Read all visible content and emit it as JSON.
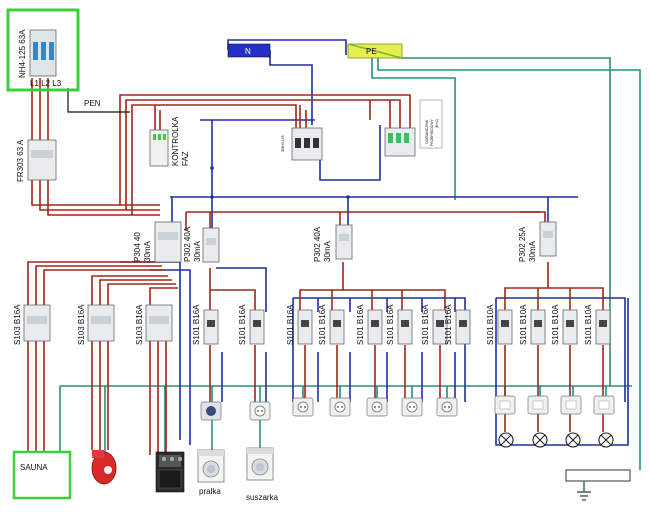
{
  "labels": {
    "main_switch": "NH4-125 63A",
    "phases": "L1 L2 L3",
    "pen": "PEN",
    "rcd_main": "FR303 63 A",
    "phase_lamp_1": "KONTROLKA",
    "phase_lamp_2": "FAZ",
    "n_bar": "N",
    "pe_bar": "PE",
    "small_switch": "SMH4-125",
    "surge_1": "OGRANICZNIK",
    "surge_2": "PRZEPIĘCIOWY",
    "surge_3": "(B+C)",
    "rcd_p304": "P304  40",
    "rcd_p304_ma": "30mA",
    "rcd_p302_a": "P302  40A",
    "rcd_p302_a_ma": "30mA",
    "rcd_p302_b": "P302  40A",
    "rcd_p302_b_ma": "30mA",
    "rcd_p302_c": "P302  25A",
    "rcd_p302_c_ma": "30mA",
    "breaker_s103_1": "S103 B16A",
    "breaker_s103_2": "S103 B16A",
    "breaker_s103_3": "S103 B16A",
    "breaker_s101_1": "S101 B16A",
    "breaker_s101_2": "S101 B16A",
    "breaker_s101_3": "S101 B16A",
    "breaker_s101_4": "S101 B16A",
    "breaker_s101_5": "S101 B16A",
    "breaker_s101_6": "S101 B16A",
    "breaker_s101_7": "S101 B16A",
    "breaker_s101_8": "S101 B16A",
    "breaker_s101_9": "S101 B10A",
    "breaker_s101_10": "S101 B10A",
    "breaker_s101_11": "S101 B10A",
    "breaker_s101_12": "S101 B10A",
    "sauna": "SAUNA",
    "washer": "pralka",
    "dryer": "suszarka"
  },
  "colors": {
    "phase_wire": "#a0261b",
    "neutral_wire": "#1b2fa6",
    "pe_wire": "#23907a",
    "frame": "#3ccf3c",
    "n_bar": "#2330c8",
    "pe_bar": "#e6ee50"
  }
}
